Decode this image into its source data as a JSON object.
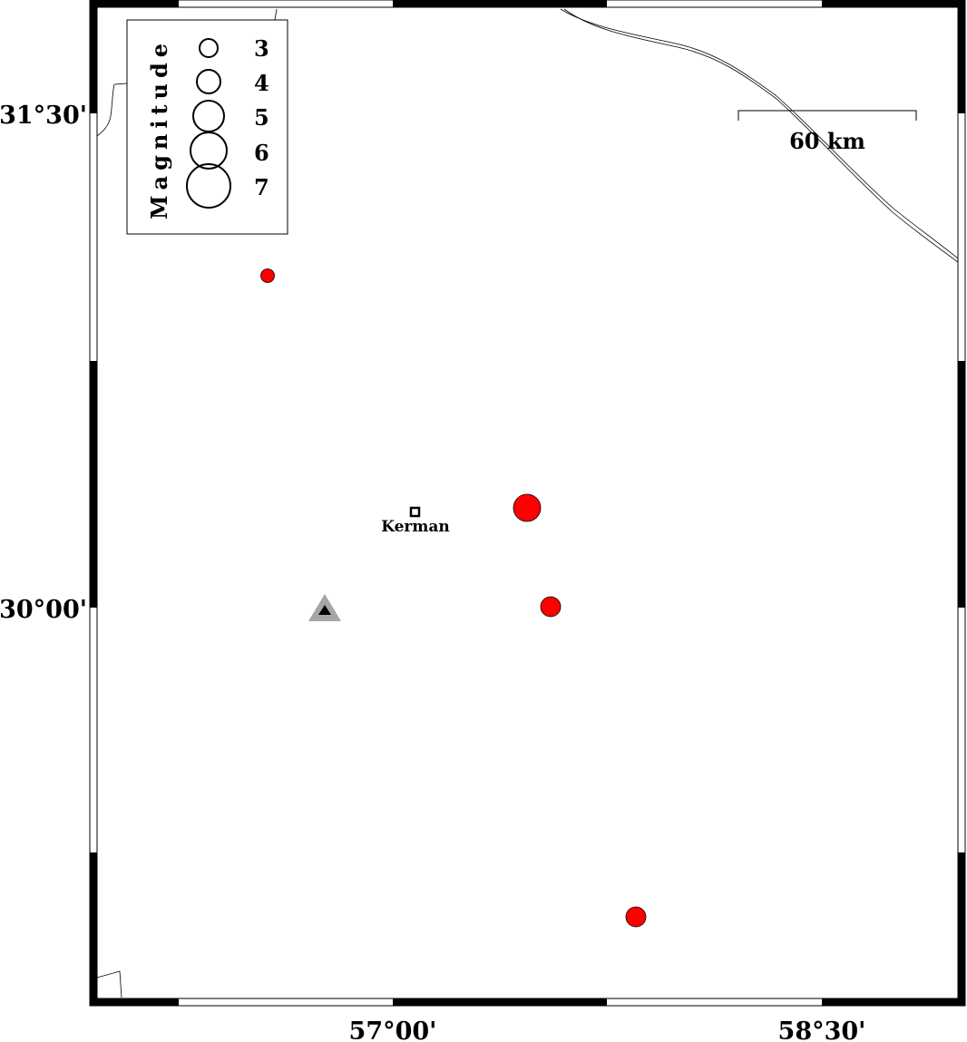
{
  "axes": {
    "lat_labels": [
      "31°30'",
      "30°00'"
    ],
    "lon_labels": [
      "57°00'",
      "58°30'"
    ]
  },
  "legend": {
    "title": "Magnitude",
    "entries": [
      "3",
      "4",
      "5",
      "6",
      "7"
    ]
  },
  "scale_bar": {
    "label": "60 km"
  },
  "city": {
    "name": "Kerman"
  },
  "earthquakes": [
    {
      "id": "eq1",
      "magnitude": 3.5
    },
    {
      "id": "eq2",
      "magnitude": 5.2
    },
    {
      "id": "eq3",
      "magnitude": 4.2
    },
    {
      "id": "eq4",
      "magnitude": 4.2
    }
  ],
  "colors": {
    "earthquake_fill": "#ff0000",
    "station_outer": "#a6a6a6",
    "station_inner": "#000000",
    "frame": "#000000"
  },
  "station": {
    "icon": "triangle-station-icon"
  }
}
